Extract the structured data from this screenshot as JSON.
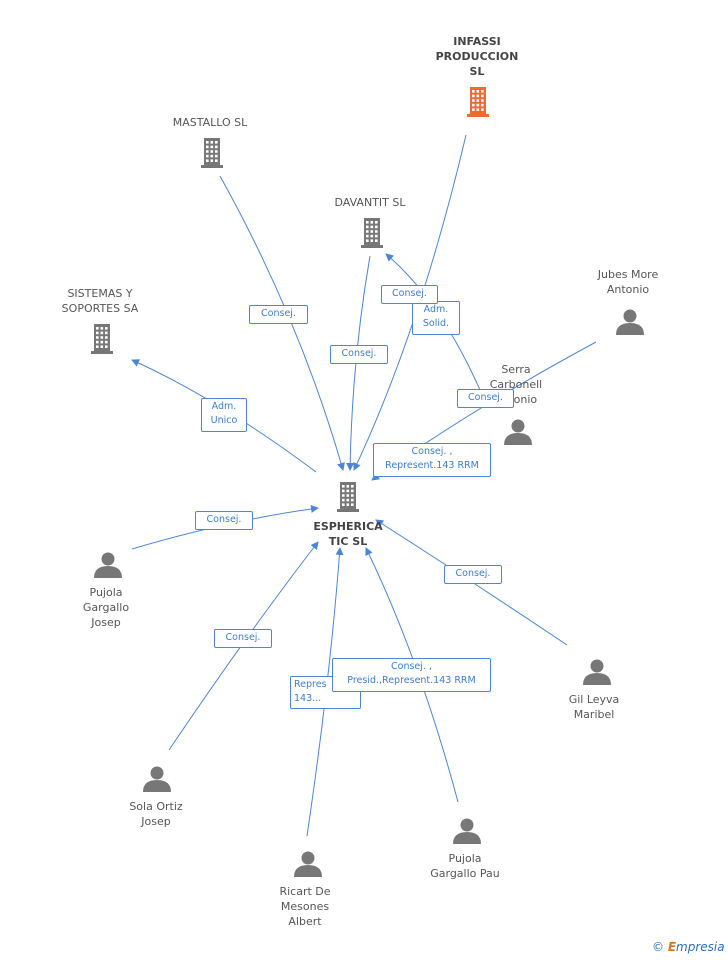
{
  "colors": {
    "edge": "#4a86d4",
    "company": "#777777",
    "company_highlight": "#f06a35",
    "person": "#777777"
  },
  "nodes": {
    "espherica": {
      "label": "ESPHERICA\nTIC SL",
      "type": "company-icon"
    },
    "infassi": {
      "label": "INFASSI\nPRODUCCION\nSL",
      "type": "company-icon-highlight"
    },
    "mastallo": {
      "label": "MASTALLO  SL",
      "type": "company-icon"
    },
    "davantit": {
      "label": "DAVANTIT SL",
      "type": "company-icon"
    },
    "sistemas": {
      "label": "SISTEMAS Y\nSOPORTES SA",
      "type": "company-icon"
    },
    "jubes": {
      "label": "Jubes More\nAntonio",
      "type": "person-icon"
    },
    "serra": {
      "label": "Serra\nCarbonell\nAntonio",
      "type": "person-icon"
    },
    "pujola_josep": {
      "label": "Pujola\nGargallo\nJosep",
      "type": "person-icon"
    },
    "gil": {
      "label": "Gil Leyva\nMaribel",
      "type": "person-icon"
    },
    "sola": {
      "label": "Sola Ortiz\nJosep",
      "type": "person-icon"
    },
    "ricart": {
      "label": "Ricart De\nMesones\nAlbert",
      "type": "person-icon"
    },
    "pujola_pau": {
      "label": "Pujola\nGargallo Pau",
      "type": "person-icon"
    }
  },
  "edge_labels": {
    "mastallo": "Consej.",
    "davantit_consej": "Consej.",
    "infassi": "Consej.",
    "davantit_adm": "Adm.\nSolid.",
    "sistemas": "Adm.\nUnico",
    "serra": "Consej.",
    "jubes": "Consej. ,\nRepresent.143 RRM",
    "pujola_josep": "Consej.",
    "gil": "Consej.",
    "sola": "Consej.",
    "ricart": "Repres\n143...",
    "pujola_pau": "Consej. ,\nPresid.,Represent.143 RRM"
  },
  "brand": {
    "copyright": "©",
    "first_letter": "E",
    "rest": "mpresia"
  }
}
